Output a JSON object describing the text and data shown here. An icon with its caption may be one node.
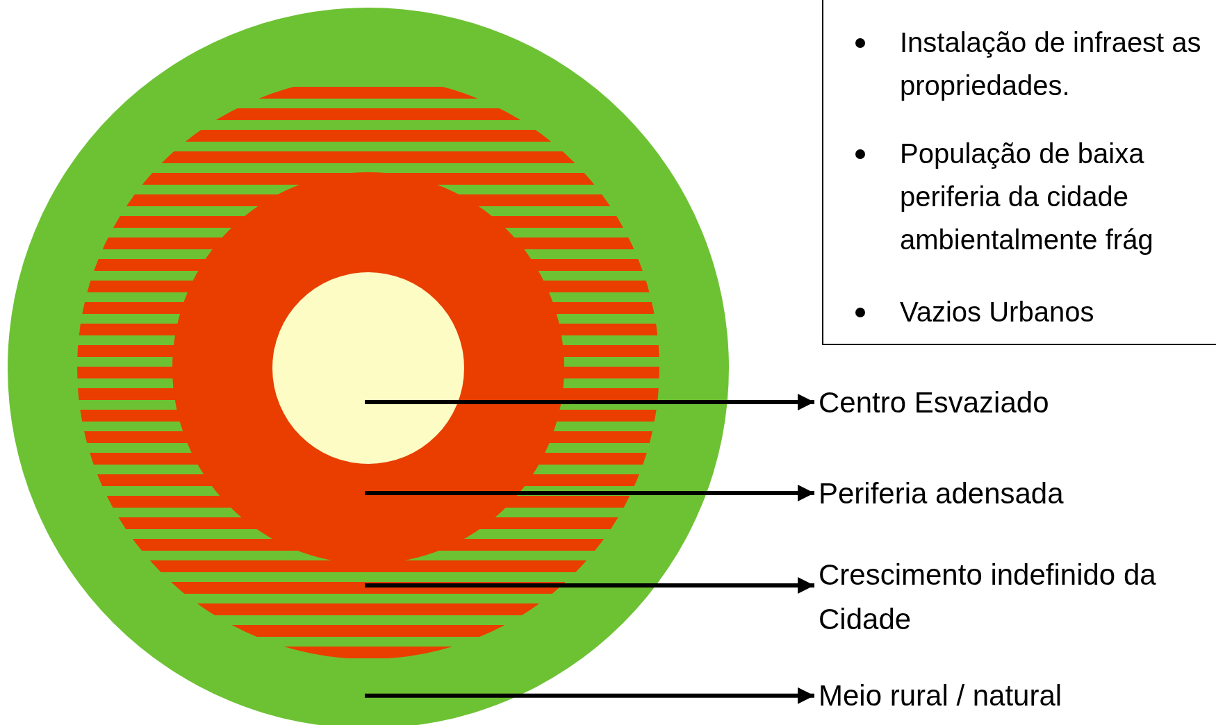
{
  "diagram": {
    "nodes": [
      {
        "text": [],
        "shape": "circle"
      },
      {
        "text": [],
        "shape": "circle",
        "in": 0
      },
      {
        "text": [],
        "shape": "circle",
        "in": 1
      },
      {
        "text": [],
        "shape": "circle",
        "in": 2
      },
      {
        "text": [
          "Centro Esvaziado"
        ]
      },
      {
        "text": [
          "Periferia adensada"
        ]
      },
      {
        "text": [
          "Crescimento indefinido da Cidade"
        ]
      },
      {
        "text": [
          "Meio rural / natural"
        ]
      },
      {
        "text": [
          "Instalação de infraest as propriedades.",
          "População de baixa periferia da cidade ambientalmente frág",
          "Vazios Urbanos"
        ]
      }
    ],
    "edges": [
      {
        "from": 3,
        "to": 4,
        "arrow": "to"
      },
      {
        "from": 2,
        "to": 5,
        "arrow": "to"
      },
      {
        "from": 1,
        "to": 6,
        "arrow": "to"
      },
      {
        "from": 0,
        "to": 7,
        "arrow": "to"
      }
    ]
  }
}
